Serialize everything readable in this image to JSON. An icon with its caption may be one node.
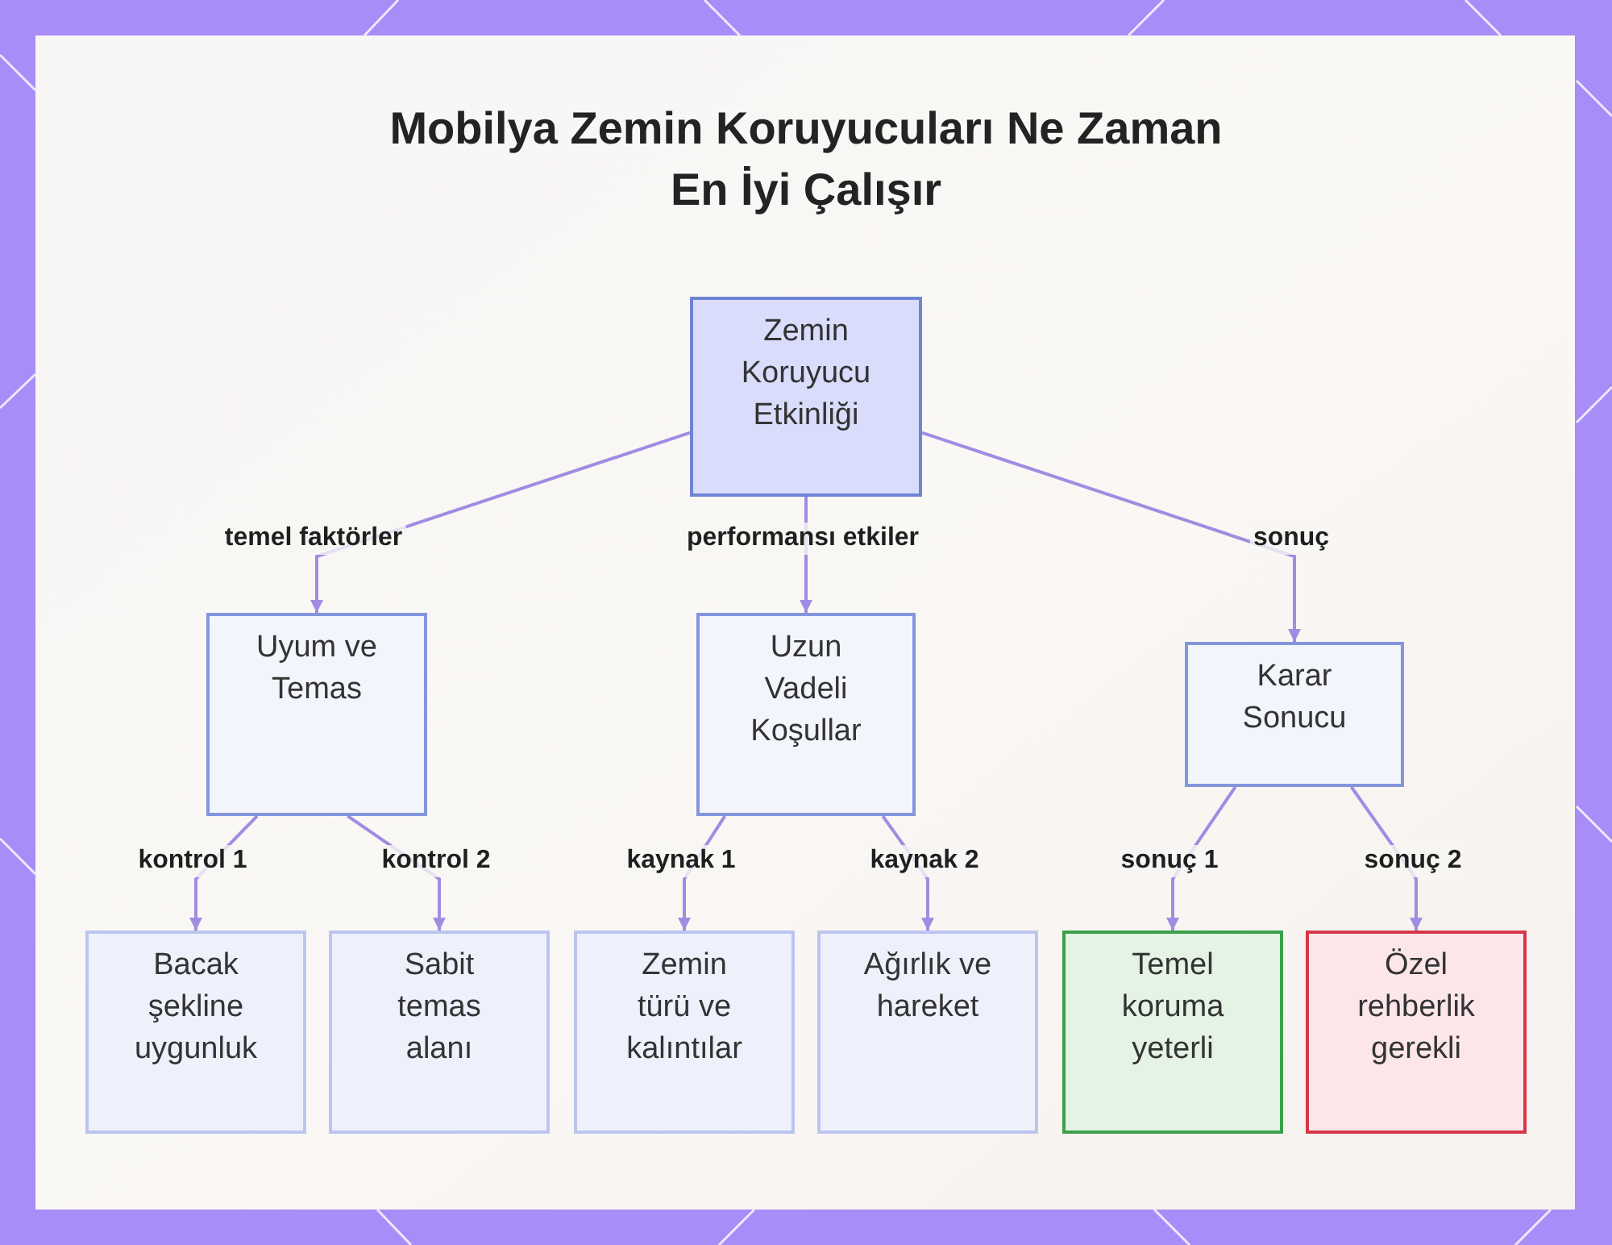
{
  "diagram": {
    "title": "Mobilya Zemin Koruyucuları Ne Zaman En İyi Çalışır",
    "nodes": [
      {
        "text": [
          "Zemin Koruyucu Etkinliği"
        ]
      },
      {
        "text": [
          "Uyum ve Temas"
        ]
      },
      {
        "text": [
          "Uzun Vadeli Koşullar"
        ]
      },
      {
        "text": [
          "Karar Sonucu"
        ]
      },
      {
        "text": [
          "Bacak şekline uygunluk"
        ]
      },
      {
        "text": [
          "Sabit temas alanı"
        ]
      },
      {
        "text": [
          "Zemin türü ve kalıntılar"
        ]
      },
      {
        "text": [
          "Ağırlık ve hareket"
        ]
      },
      {
        "text": [
          "Temel koruma yeterli"
        ]
      },
      {
        "text": [
          "Özel rehberlik gerekli"
        ]
      }
    ],
    "edges": [
      {
        "from": 0,
        "to": 1,
        "arrow": "to",
        "label": "temel faktörler"
      },
      {
        "from": 0,
        "to": 2,
        "arrow": "to",
        "label": "performansı etkiler"
      },
      {
        "from": 0,
        "to": 3,
        "arrow": "to",
        "label": "sonuç"
      },
      {
        "from": 1,
        "to": 4,
        "arrow": "to",
        "label": "kontrol 1"
      },
      {
        "from": 1,
        "to": 5,
        "arrow": "to",
        "label": "kontrol 2"
      },
      {
        "from": 2,
        "to": 6,
        "arrow": "to",
        "label": "kaynak 1"
      },
      {
        "from": 2,
        "to": 7,
        "arrow": "to",
        "label": "kaynak 2"
      },
      {
        "from": 3,
        "to": 8,
        "arrow": "to",
        "label": "sonuç 1"
      },
      {
        "from": 3,
        "to": 9,
        "arrow": "to",
        "label": "sonuç 2"
      }
    ]
  }
}
